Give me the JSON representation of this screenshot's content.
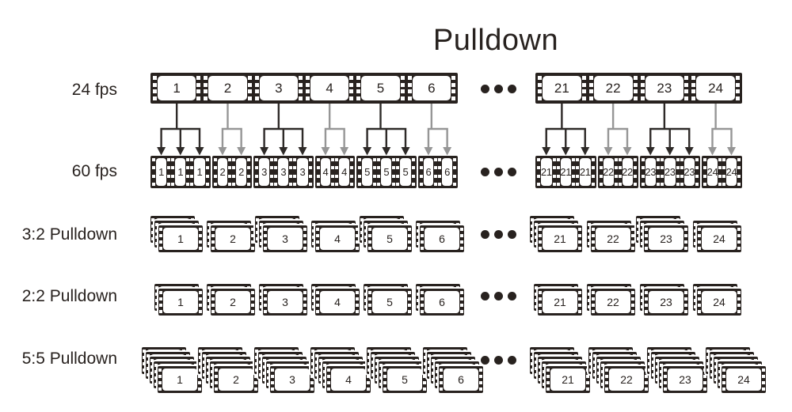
{
  "title": "Pulldown",
  "colors": {
    "background": "#ffffff",
    "ink": "#28221f",
    "frame_fill": "#ffffff",
    "arrow_dark": "#2e2a28",
    "arrow_gray": "#969696"
  },
  "ellipsis_dots": 3,
  "rows": [
    {
      "id": "fps24",
      "label": "24 fps",
      "left_frames": [
        "1",
        "2",
        "3",
        "4",
        "5",
        "6"
      ],
      "right_frames": [
        "21",
        "22",
        "23",
        "24"
      ]
    },
    {
      "id": "fps60",
      "label": "60 fps",
      "left_groups": [
        {
          "source": "1",
          "arrow": "dark",
          "frames": [
            "1",
            "1",
            "1"
          ]
        },
        {
          "source": "2",
          "arrow": "gray",
          "frames": [
            "2",
            "2"
          ]
        },
        {
          "source": "3",
          "arrow": "dark",
          "frames": [
            "3",
            "3",
            "3"
          ]
        },
        {
          "source": "4",
          "arrow": "gray",
          "frames": [
            "4",
            "4"
          ]
        },
        {
          "source": "5",
          "arrow": "dark",
          "frames": [
            "5",
            "5",
            "5"
          ]
        },
        {
          "source": "6",
          "arrow": "gray",
          "frames": [
            "6",
            "6"
          ]
        }
      ],
      "right_groups": [
        {
          "source": "21",
          "arrow": "dark",
          "frames": [
            "21",
            "21",
            "21"
          ]
        },
        {
          "source": "22",
          "arrow": "gray",
          "frames": [
            "22",
            "22"
          ]
        },
        {
          "source": "23",
          "arrow": "dark",
          "frames": [
            "23",
            "23",
            "23"
          ]
        },
        {
          "source": "24",
          "arrow": "gray",
          "frames": [
            "24",
            "24"
          ]
        }
      ]
    },
    {
      "id": "p32",
      "label": "3:2 Pulldown",
      "left_stacks": [
        {
          "num": "1",
          "copies": 3
        },
        {
          "num": "2",
          "copies": 2
        },
        {
          "num": "3",
          "copies": 3
        },
        {
          "num": "4",
          "copies": 2
        },
        {
          "num": "5",
          "copies": 3
        },
        {
          "num": "6",
          "copies": 2
        }
      ],
      "right_stacks": [
        {
          "num": "21",
          "copies": 3
        },
        {
          "num": "22",
          "copies": 2
        },
        {
          "num": "23",
          "copies": 3
        },
        {
          "num": "24",
          "copies": 2
        }
      ]
    },
    {
      "id": "p22",
      "label": "2:2 Pulldown",
      "left_stacks": [
        {
          "num": "1",
          "copies": 2
        },
        {
          "num": "2",
          "copies": 2
        },
        {
          "num": "3",
          "copies": 2
        },
        {
          "num": "4",
          "copies": 2
        },
        {
          "num": "5",
          "copies": 2
        },
        {
          "num": "6",
          "copies": 2
        }
      ],
      "right_stacks": [
        {
          "num": "21",
          "copies": 2
        },
        {
          "num": "22",
          "copies": 2
        },
        {
          "num": "23",
          "copies": 2
        },
        {
          "num": "24",
          "copies": 2
        }
      ]
    },
    {
      "id": "p55",
      "label": "5:5 Pulldown",
      "left_stacks": [
        {
          "num": "1",
          "copies": 5
        },
        {
          "num": "2",
          "copies": 5
        },
        {
          "num": "3",
          "copies": 5
        },
        {
          "num": "4",
          "copies": 5
        },
        {
          "num": "5",
          "copies": 5
        },
        {
          "num": "6",
          "copies": 5
        }
      ],
      "right_stacks": [
        {
          "num": "21",
          "copies": 5
        },
        {
          "num": "22",
          "copies": 5
        },
        {
          "num": "23",
          "copies": 5
        },
        {
          "num": "24",
          "copies": 5
        }
      ]
    }
  ]
}
